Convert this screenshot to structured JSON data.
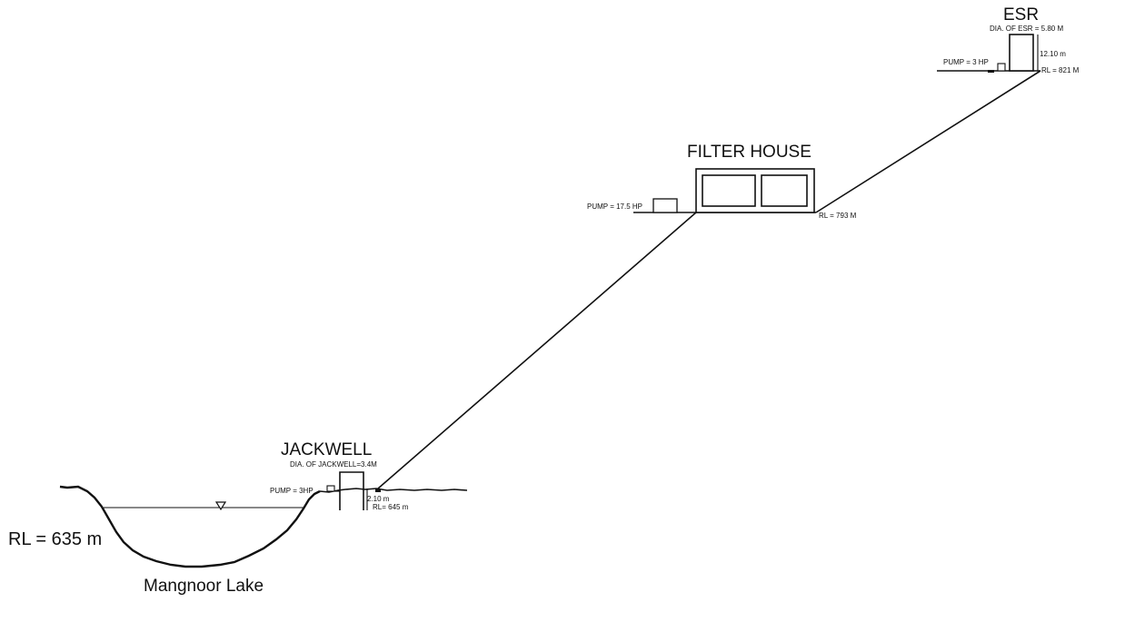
{
  "lake": {
    "name": "Mangnoor Lake",
    "rl": "RL = 635 m"
  },
  "jackwell": {
    "title": "JACKWELL",
    "diameter": "DIA. OF JACKWELL=3.4M",
    "pump": "PUMP = 3HP",
    "depth": "2.10 m",
    "rl": "RL= 645 m"
  },
  "filter_house": {
    "title": "FILTER HOUSE",
    "pump": "PUMP = 17.5 HP",
    "rl": "RL = 793 M"
  },
  "esr": {
    "title": "ESR",
    "diameter": "DIA. OF ESR = 5.80 M",
    "height": "12.10 m",
    "pump": "PUMP = 3 HP",
    "rl": "RL = 821 M"
  }
}
